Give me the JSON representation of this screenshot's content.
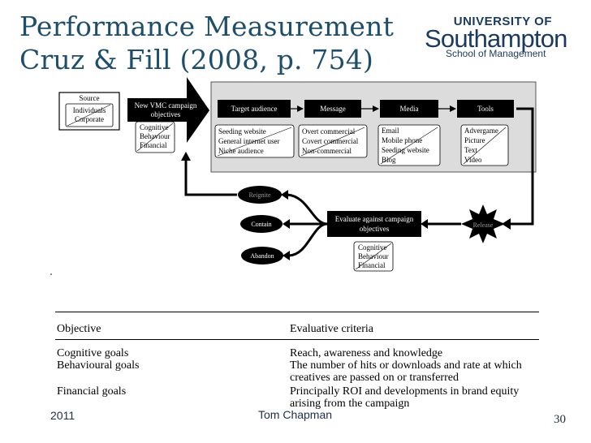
{
  "title": {
    "line1": "Performance Measurement",
    "line2": "Cruz & Fill (2008, p. 754)"
  },
  "logo": {
    "university": "UNIVERSITY OF",
    "name": "Southampton",
    "school": "School of Management"
  },
  "diagram": {
    "source": {
      "label": "Source",
      "items": [
        "Individuals",
        "Corporate"
      ]
    },
    "objectives_arrow": {
      "line1": "New VMC campaign",
      "line2": "objectives"
    },
    "objectives_items": [
      "Cognitive",
      "Behaviour",
      "Financial"
    ],
    "stages": [
      {
        "label": "Target audience",
        "items": [
          "Seeding website",
          "General internet user",
          "Niche audience"
        ]
      },
      {
        "label": "Message",
        "items": [
          "Overt commercial",
          "Covert commercial",
          "Non-commercial"
        ]
      },
      {
        "label": "Media",
        "items": [
          "Email",
          "Mobile phone",
          "Seeding website",
          "Blog"
        ]
      },
      {
        "label": "Tools",
        "items": [
          "Advergame",
          "Picture",
          "Text",
          "Video"
        ]
      }
    ],
    "release": "Release",
    "evaluate": {
      "line1": "Evaluate against campaign",
      "line2": "objectives"
    },
    "evaluate_items": [
      "Cognitive",
      "Behaviour",
      "Financial"
    ],
    "outcomes": [
      "Reignite",
      "Contain",
      "Abandon"
    ]
  },
  "table": {
    "headers": [
      "Objective",
      "Evaluative criteria"
    ],
    "rows": [
      {
        "objective": "Cognitive goals",
        "criteria": [
          "Reach, awareness and knowledge"
        ]
      },
      {
        "objective": "Behavioural goals",
        "criteria": [
          "The number of hits or downloads and rate at which",
          "creatives are passed on or transferred"
        ]
      },
      {
        "objective": "Financial goals",
        "criteria": [
          "Principally ROI and developments in brand equity",
          "arising from the campaign"
        ]
      }
    ]
  },
  "footer": {
    "year": "2011",
    "author": "Tom Chapman",
    "page": "30"
  },
  "colors": {
    "title": "#1f4e6b",
    "logo": "#1b3a5f",
    "panel": "#dcdcdc",
    "dark": "#000000"
  }
}
